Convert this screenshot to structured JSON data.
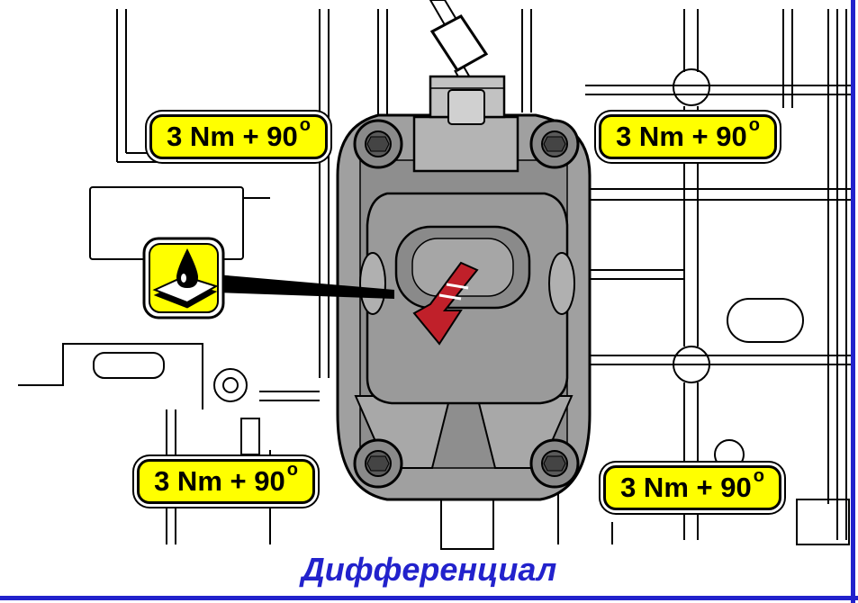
{
  "torque_labels": [
    {
      "value": "3 Nm + 90",
      "unit": "o"
    },
    {
      "value": "3 Nm + 90",
      "unit": "o"
    },
    {
      "value": "3 Nm + 90",
      "unit": "o"
    },
    {
      "value": "3 Nm + 90",
      "unit": "o"
    }
  ],
  "icons": {
    "lubricant": "oil-drop-on-surface-icon",
    "rotation_arrow": "curved-arrow-icon",
    "bolt": "bolt-head-icon"
  },
  "caption": "Дифференциал",
  "colors": {
    "label_fill": "#ffff00",
    "caption": "#2222cc",
    "frame": "#2222cc",
    "housing": "#a0a0a0",
    "arrow": "#c0202a"
  }
}
